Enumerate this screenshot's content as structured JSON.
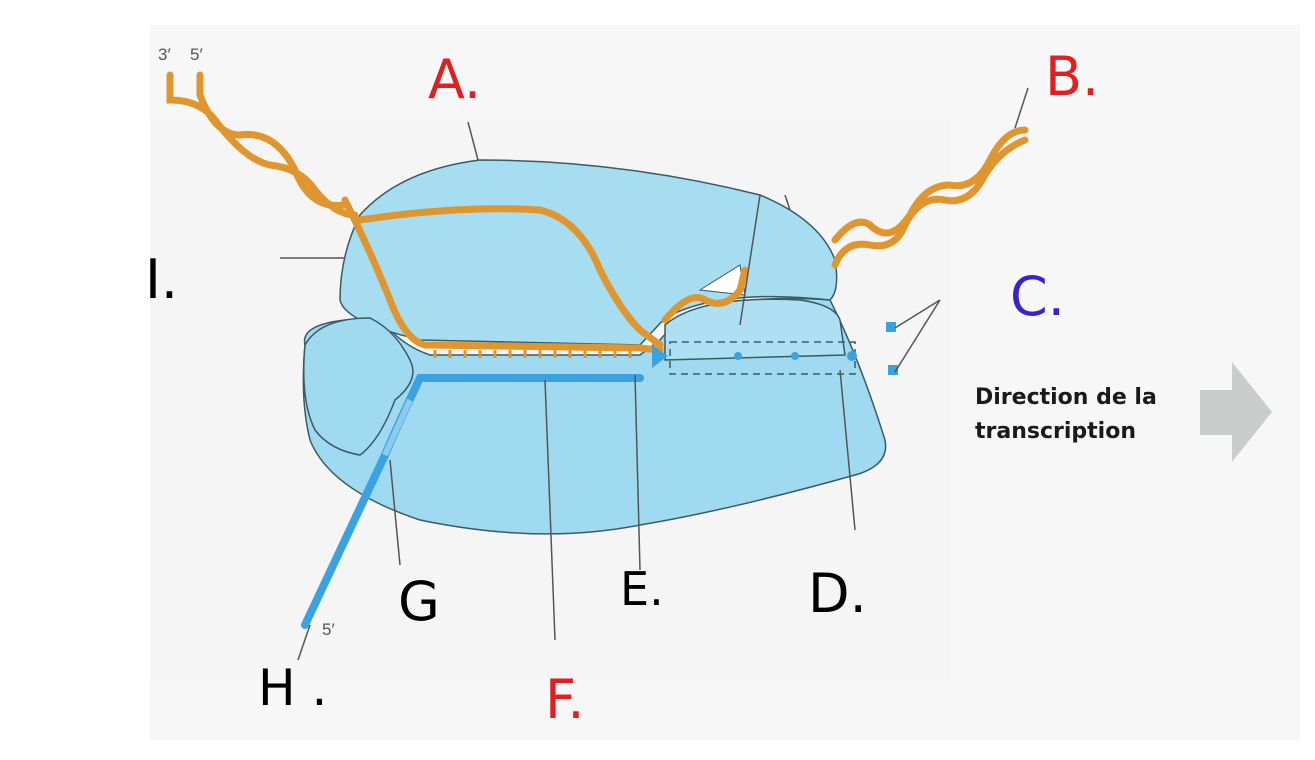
{
  "strand_ends": {
    "top_left_3": "3′",
    "top_left_5": "5′",
    "rna_5": "5′"
  },
  "labels": {
    "A": "A.",
    "B": "B.",
    "C": "C.",
    "D": "D.",
    "E": "E.",
    "F": "F.",
    "G": "G",
    "H": "H .",
    "I": "I."
  },
  "caption": {
    "line1": "Direction de la",
    "line2": "transcription"
  },
  "colors": {
    "enzyme": "#9fdaf0",
    "enzyme_outline": "#3a5a66",
    "dna": "#e0962e",
    "rna": "#3aa2e0",
    "arrow": "#c8cdcc",
    "label_red": "#e02020",
    "label_blue": "#3a23c8",
    "label_black": "#000000"
  }
}
